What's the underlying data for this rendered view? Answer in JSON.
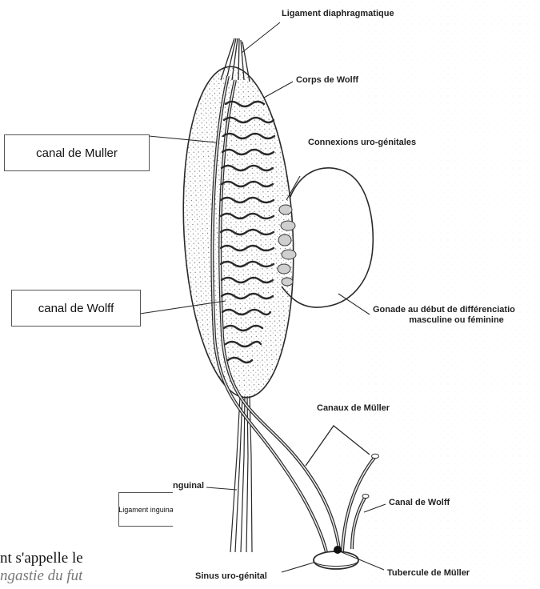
{
  "diagram": {
    "labels": {
      "ligament_diaphragmatique": "Ligament diaphragmatique",
      "corps_de_wolff": "Corps de Wolff",
      "connexions_uro_genitales": "Connexions uro-génitales",
      "gonade_line1": "Gonade au début de différenciatio",
      "gonade_line2": "masculine ou féminine",
      "canaux_de_muller": "Canaux de Müller",
      "canal_de_wolff_lower": "Canal de Wolff",
      "tubercule_de_muller": "Tubercule de Müller",
      "sinus_uro_genital": "Sinus uro-génital",
      "inguinal_fragment": "nguinal"
    },
    "annotation_boxes": {
      "canal_de_muller": "canal de Muller",
      "canal_de_wolff": "canal de Wolff",
      "ligament_inguinal": "Ligament inguina"
    },
    "partial_text": {
      "line1": "nt s'appelle le",
      "line2": "ngastie du fut"
    }
  },
  "colors": {
    "ink": "#2a2a2a",
    "stipple": "#9a9a9a",
    "box_border": "#555555"
  }
}
